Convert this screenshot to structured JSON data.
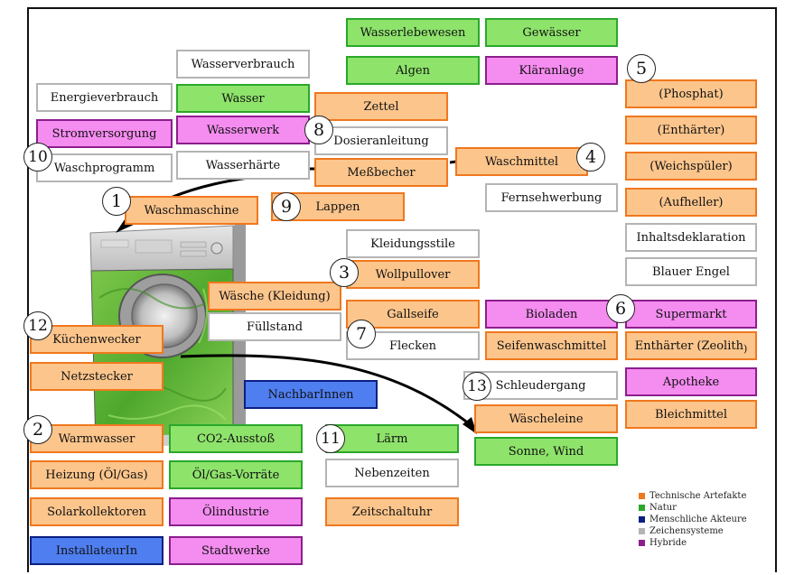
{
  "boxes": {
    "wasserlebewesen": "Wasserlebewesen",
    "gewaesser": "Gewässer",
    "wasserverbrauch": "Wasserverbrauch",
    "algen": "Algen",
    "klaeranlage": "Kläranlage",
    "energieverbrauch": "Energieverbrauch",
    "wasser": "Wasser",
    "zettel": "Zettel",
    "phosphat": "(Phosphat)",
    "stromversorgung": "Stromversorgung",
    "wasserwerk": "Wasserwerk",
    "dosieranleitung": "Dosieranleitung",
    "enthaerter": "(Enthärter)",
    "waschprogramm": "Waschprogramm",
    "wasserhaerte": "Wasserhärte",
    "messbecher": "Meßbecher",
    "waschmittel": "Waschmittel",
    "weichspueler": "(Weichspüler)",
    "fernsehwerbung": "Fernsehwerbung",
    "waschmaschine": "Waschmaschine",
    "lappen": "Lappen",
    "aufheller": "(Aufheller)",
    "inhaltsdeklaration": "Inhaltsdeklaration",
    "kleidungsstile": "Kleidungsstile",
    "wollpullover": "Wollpullover",
    "blauer_engel": "Blauer Engel",
    "waesche_kleidung": "Wäsche (Kleidung)",
    "fuellstand": "Füllstand",
    "gallseife": "Gallseife",
    "bioladen": "Bioladen",
    "supermarkt": "Supermarkt",
    "kuechenwecker": "Küchenwecker",
    "flecken": "Flecken",
    "seifenwaschmittel": "Seifenwaschmittel",
    "enthaerter_zeolith": "Enthärter (Zeolith",
    "netzstecker": "Netzstecker",
    "schleudergang": "Schleudergang",
    "apotheke": "Apotheke",
    "nachbarinnen": "NachbarInnen",
    "waescheleine": "Wäscheleine",
    "bleichmittel": "Bleichmittel",
    "warmwasser": "Warmwasser",
    "co2_ausstoss": "CO2-Ausstoß",
    "laerm": "Lärm",
    "sonne_wind": "Sonne, Wind",
    "heizung": "Heizung (Öl/Gas)",
    "oel_gas_vorraete": "Öl/Gas-Vorräte",
    "nebenzeiten": "Nebenzeiten",
    "solarkollektoren": "Solarkollektoren",
    "oelindustrie": "Ölindustrie",
    "zeitschaltuhr": "Zeitschaltuhr",
    "installateurin": "InstallateurIn",
    "stadtwerke": "Stadtwerke"
  },
  "enthaerter_zeolith_suffix": ")",
  "numbers": {
    "n1": "1",
    "n2": "2",
    "n3": "3",
    "n4": "4",
    "n5": "5",
    "n6": "6",
    "n7": "7",
    "n8": "8",
    "n9": "9",
    "n10": "10",
    "n11": "11",
    "n12": "12",
    "n13": "13"
  },
  "legend": [
    {
      "label": "Technische Artefakte",
      "color": "#f0781e"
    },
    {
      "label": "Natur",
      "color": "#2aa82a"
    },
    {
      "label": "Menschliche Akteure",
      "color": "#0b1f82"
    },
    {
      "label": "Zeichensysteme",
      "color": "#b4b4b4"
    },
    {
      "label": "Hybride",
      "color": "#8c1e8c"
    }
  ],
  "colors": {
    "orange_fill": "#fcc58c",
    "orange_border": "#f0781e",
    "green_fill": "#8ee36b",
    "green_border": "#2aa82a",
    "blue_fill": "#4f7ef0",
    "blue_border": "#0b1f82",
    "grey_border": "#b4b4b4",
    "purple_fill": "#f58cf0",
    "purple_border": "#8c1e8c"
  }
}
